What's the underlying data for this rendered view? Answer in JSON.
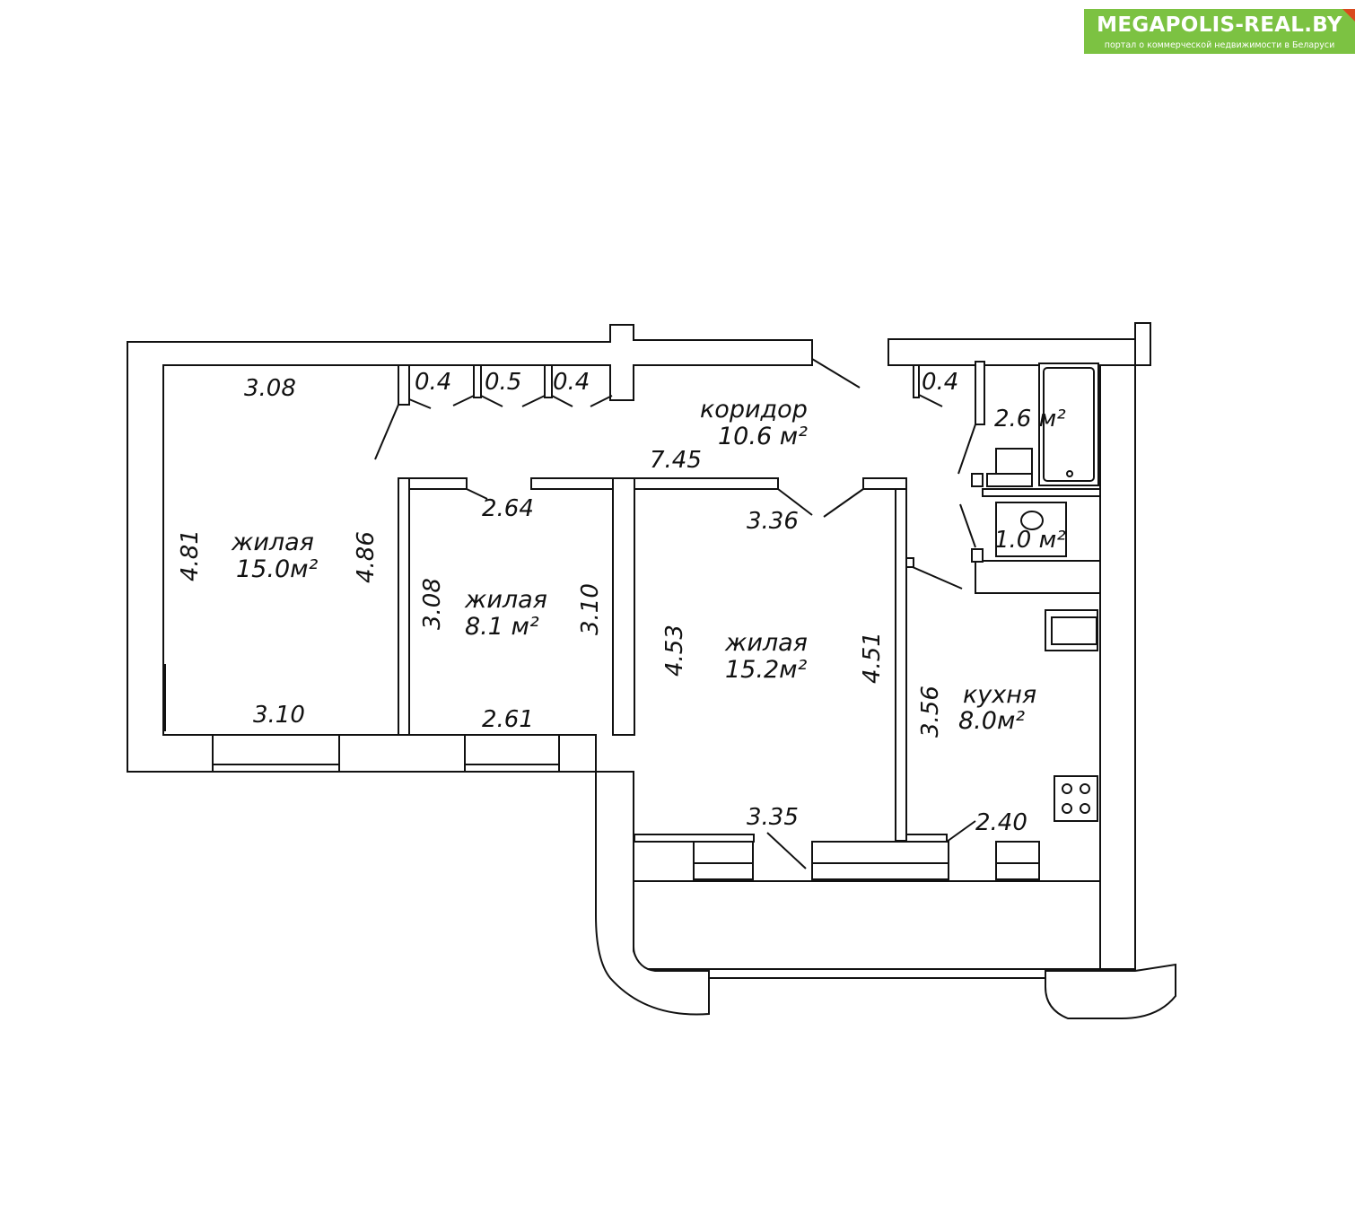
{
  "brand": {
    "title": "MEGAPOLIS-REAL.BY",
    "subtitle": "портал о коммерческой недвижимости в Беларуси",
    "color": "#7cc242",
    "accent": "#d94a1e"
  },
  "rooms": {
    "corridor": {
      "name": "коридор",
      "area": "10.6 м²"
    },
    "living1": {
      "name": "жилая",
      "area": "15.0м²"
    },
    "living2": {
      "name": "жилая",
      "area": "8.1 м²"
    },
    "living3": {
      "name": "жилая",
      "area": "15.2м²"
    },
    "kitchen": {
      "name": "кухня",
      "area": "8.0м²"
    },
    "bath": {
      "area": "2.6 м²"
    },
    "wc": {
      "area": "1.0 м²"
    }
  },
  "dims": {
    "r1_top": "3.08",
    "r1_bottom": "3.10",
    "r1_left": "4.81",
    "r1_right": "4.86",
    "closet1": "0.4",
    "closet2": "0.5",
    "closet3": "0.4",
    "closet4": "0.4",
    "corridor_len": "7.45",
    "r2_top": "2.64",
    "r2_bottom": "2.61",
    "r2_left": "3.08",
    "r2_right": "3.10",
    "r3_top": "3.36",
    "r3_bottom": "3.35",
    "r3_left": "4.53",
    "r3_right": "4.51",
    "k_left": "3.56",
    "k_bottom": "2.40"
  }
}
